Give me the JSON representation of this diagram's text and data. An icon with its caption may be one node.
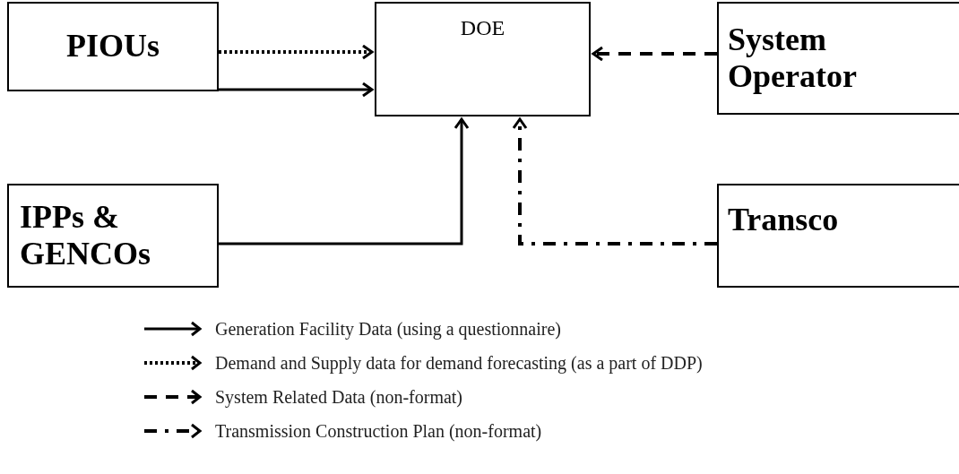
{
  "diagram": {
    "nodes": [
      {
        "text": [
          "PIOUs"
        ]
      },
      {
        "text": [
          "DOE"
        ]
      },
      {
        "text": [
          "System Operator"
        ]
      },
      {
        "text": [
          "IPPs & GENCOs"
        ]
      },
      {
        "text": [
          "Transco"
        ]
      }
    ],
    "edges": [
      {
        "from": 0,
        "to": 1,
        "arrow": "to",
        "style": "dashed"
      },
      {
        "from": 0,
        "to": 1,
        "arrow": "to"
      },
      {
        "from": 2,
        "to": 1,
        "arrow": "to",
        "style": "dashed"
      },
      {
        "from": 3,
        "to": 1,
        "arrow": "to"
      },
      {
        "from": 4,
        "to": 1,
        "arrow": "to",
        "style": "dashed"
      }
    ],
    "legend": [
      {
        "text": "Generation Facility Data (using a questionnaire)"
      },
      {
        "text": "Demand and Supply data for demand forecasting (as a part of DDP)"
      },
      {
        "text": "System Related Data (non-format)"
      },
      {
        "text": "Transmission Construction Plan (non-format)"
      }
    ]
  }
}
